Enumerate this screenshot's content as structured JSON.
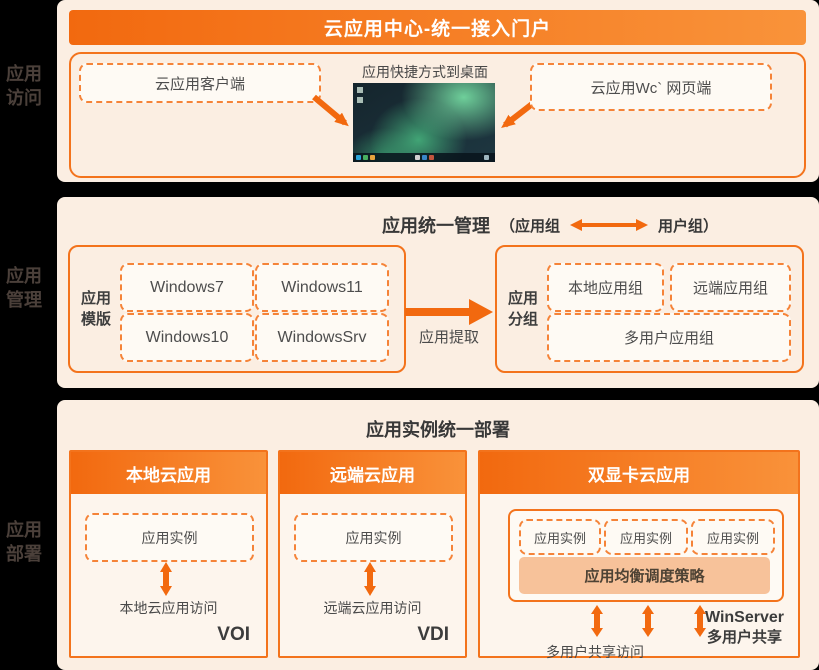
{
  "colors": {
    "accent_orange": "#f2690f",
    "accent_orange_light": "#f9933a",
    "panel_cream": "#fbeee2",
    "box_fill": "#fefaf4",
    "scheduler_fill": "#f7c29a",
    "text_dark": "#4a4a4a"
  },
  "side_labels": [
    {
      "line1": "应用",
      "line2": "访问"
    },
    {
      "line1": "应用",
      "line2": "管理"
    },
    {
      "line1": "应用",
      "line2": "部署"
    }
  ],
  "access": {
    "header": "云应用中心-统一接入门户",
    "client_box": "云应用客户端",
    "desktop_caption": "应用快捷方式到桌面",
    "web_box": "云应用Wc` 网页端"
  },
  "management": {
    "title": "应用统一管理",
    "paren_open": "（应用组",
    "paren_close": "用户组）",
    "template_label": {
      "line1": "应用",
      "line2": "模版"
    },
    "templates": [
      "Windows7",
      "Windows11",
      "Windows10",
      "WindowsSrv"
    ],
    "extract_label": "应用提取",
    "group_label": {
      "line1": "应用",
      "line2": "分组"
    },
    "groups": [
      "本地应用组",
      "远端应用组",
      "多用户应用组"
    ]
  },
  "deployment": {
    "title": "应用实例统一部署",
    "cards": [
      {
        "header": "本地云应用",
        "instance": "应用实例",
        "access": "本地云应用访问",
        "badge": "VOI"
      },
      {
        "header": "远端云应用",
        "instance": "应用实例",
        "access": "远端云应用访问",
        "badge": "VDI"
      },
      {
        "header": "双显卡云应用",
        "instance1": "应用实例",
        "instance2": "应用实例",
        "instance3": "应用实例",
        "scheduler": "应用均衡调度策略",
        "access": "多用户共享访问",
        "badge_line1": "WinServer",
        "badge_line2": "多用户共享"
      }
    ]
  }
}
